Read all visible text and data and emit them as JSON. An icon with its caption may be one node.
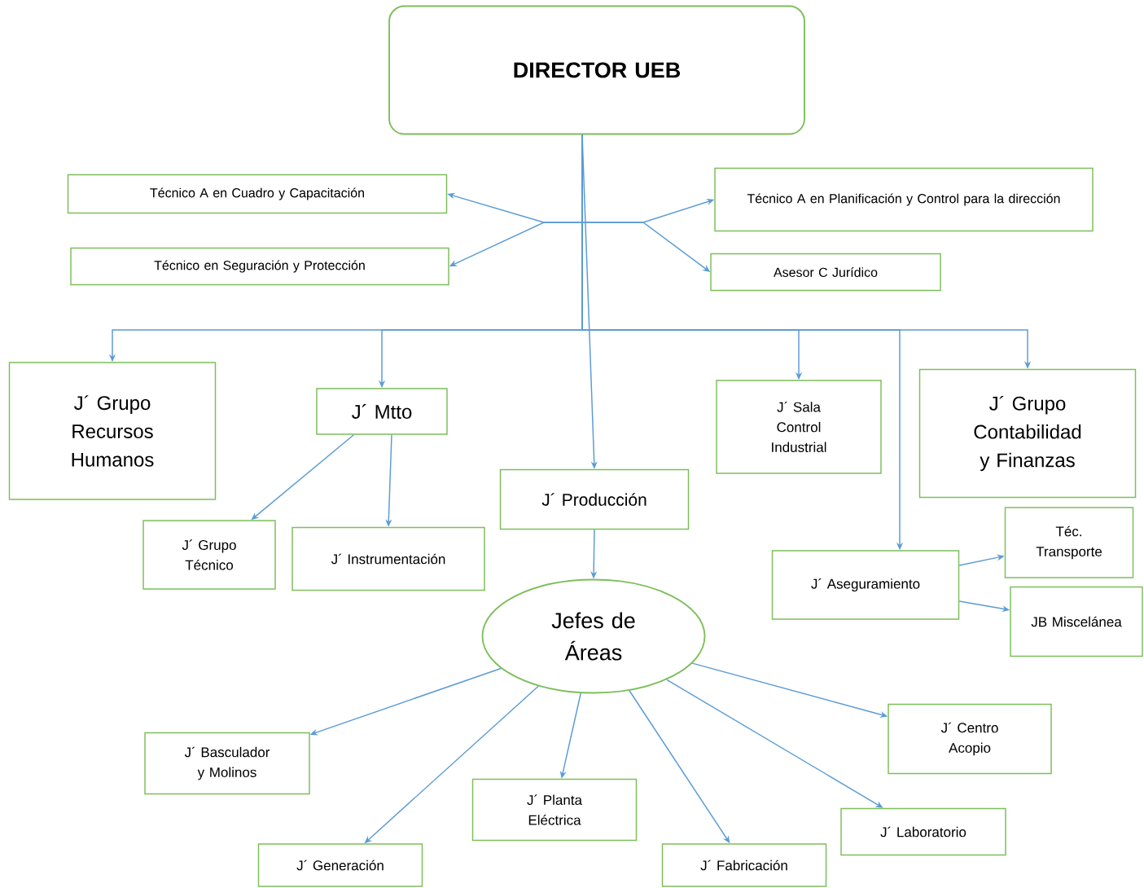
{
  "diagram": {
    "nodes": [
      {
        "text": [
          "DIRECTOR UEB"
        ]
      },
      {
        "text": [
          "Técnico A en Cuadro y Capacitación"
        ]
      },
      {
        "text": [
          "Técnico A en Planificación y Control para la dirección"
        ]
      },
      {
        "text": [
          "Técnico en Seguración y Protección"
        ]
      },
      {
        "text": [
          "Asesor C Jurídico"
        ]
      },
      {
        "text": [
          "J´ Grupo Recursos Humanos"
        ]
      },
      {
        "text": [
          "J´ Mtto"
        ]
      },
      {
        "text": [
          "J´ Sala Control Industrial"
        ]
      },
      {
        "text": [
          "J´ Grupo Contabilidad y Finanzas"
        ]
      },
      {
        "text": [
          "J´ Producción"
        ]
      },
      {
        "text": [
          "J´ Grupo Técnico"
        ]
      },
      {
        "text": [
          "J´ Instrumentación"
        ]
      },
      {
        "text": [
          "Téc. Transporte"
        ]
      },
      {
        "text": [
          "J´ Aseguramiento"
        ]
      },
      {
        "text": [
          "Jefes de Áreas"
        ]
      },
      {
        "text": [
          "JB Miscelánea"
        ]
      },
      {
        "text": [
          "J´ Centro Acopio"
        ]
      },
      {
        "text": [
          "J´ Basculador y Molinos"
        ]
      },
      {
        "text": [
          "J´ Planta Eléctrica"
        ]
      },
      {
        "text": [
          "J´ Laboratorio"
        ]
      },
      {
        "text": [
          "J´ Generación"
        ]
      },
      {
        "text": [
          "J´ Fabricación"
        ]
      }
    ],
    "edges": [
      {
        "from": 0,
        "to": 1,
        "arrow": "to"
      },
      {
        "from": 0,
        "to": 3,
        "arrow": "to"
      },
      {
        "from": 0,
        "to": 2,
        "arrow": "to"
      },
      {
        "from": 0,
        "to": 4,
        "arrow": "to"
      },
      {
        "from": 0,
        "to": 5,
        "arrow": "to"
      },
      {
        "from": 0,
        "to": 6,
        "arrow": "to"
      },
      {
        "from": 0,
        "to": 9,
        "arrow": "to"
      },
      {
        "from": 0,
        "to": 7,
        "arrow": "to"
      },
      {
        "from": 0,
        "to": 13,
        "arrow": "to"
      },
      {
        "from": 0,
        "to": 8,
        "arrow": "to"
      },
      {
        "from": 6,
        "to": 10,
        "arrow": "to"
      },
      {
        "from": 6,
        "to": 11,
        "arrow": "to"
      },
      {
        "from": 9,
        "to": 14,
        "arrow": "to"
      },
      {
        "from": 13,
        "to": 12,
        "arrow": "to"
      },
      {
        "from": 13,
        "to": 15,
        "arrow": "to"
      },
      {
        "from": 14,
        "to": 17,
        "arrow": "to"
      },
      {
        "from": 14,
        "to": 20,
        "arrow": "to"
      },
      {
        "from": 14,
        "to": 18,
        "arrow": "to"
      },
      {
        "from": 14,
        "to": 21,
        "arrow": "to"
      },
      {
        "from": 14,
        "to": 19,
        "arrow": "to"
      },
      {
        "from": 14,
        "to": 16,
        "arrow": "to"
      }
    ]
  }
}
